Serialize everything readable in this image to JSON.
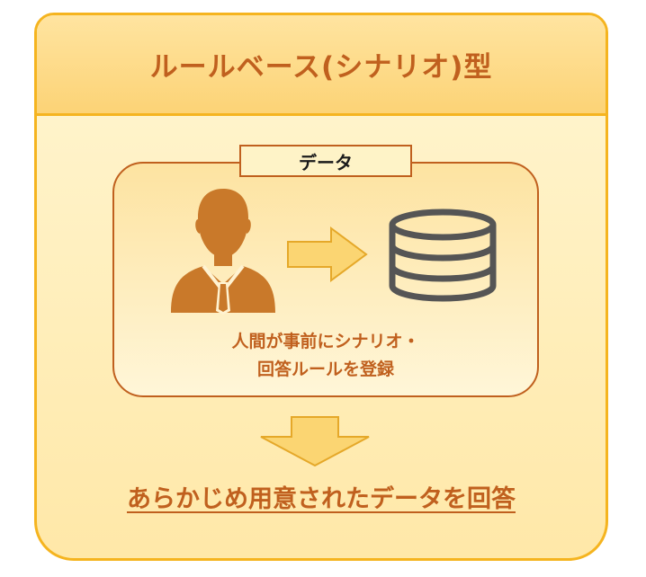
{
  "title": "ルールベース(シナリオ)型",
  "data_label": "データ",
  "description": {
    "line1": "人間が事前にシナリオ・",
    "line2": "回答ルールを登録"
  },
  "result": "あらかじめ用意されたデータを回答",
  "icons": {
    "person": "person-icon",
    "arrow_right": "arrow-right-icon",
    "database": "database-icon",
    "arrow_down": "arrow-down-icon"
  },
  "colors": {
    "accent": "#c0601e",
    "border": "#f5b41f",
    "header_bg": "#fcd376",
    "panel_bg": "#fff6d2",
    "person": "#c9792a",
    "database": "#555555"
  }
}
